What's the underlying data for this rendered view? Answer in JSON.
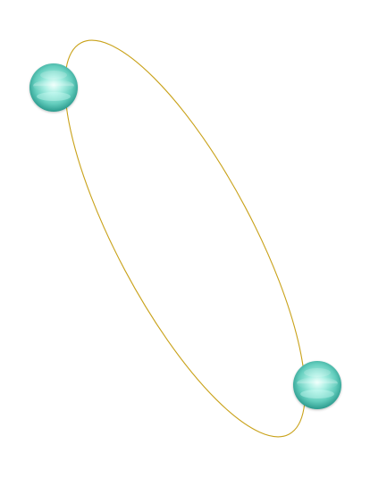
{
  "scene": {
    "background_color": "#ffffff",
    "orbit_color": "#c9a21a",
    "sphere_colors": {
      "highlight": "#e9fffa",
      "light": "#a8efe3",
      "mid": "#63cdbd",
      "dark": "#2f9e91",
      "rim": "#1f7f75"
    },
    "icons": [
      "orbit-ellipse",
      "sphere",
      "sphere"
    ]
  }
}
